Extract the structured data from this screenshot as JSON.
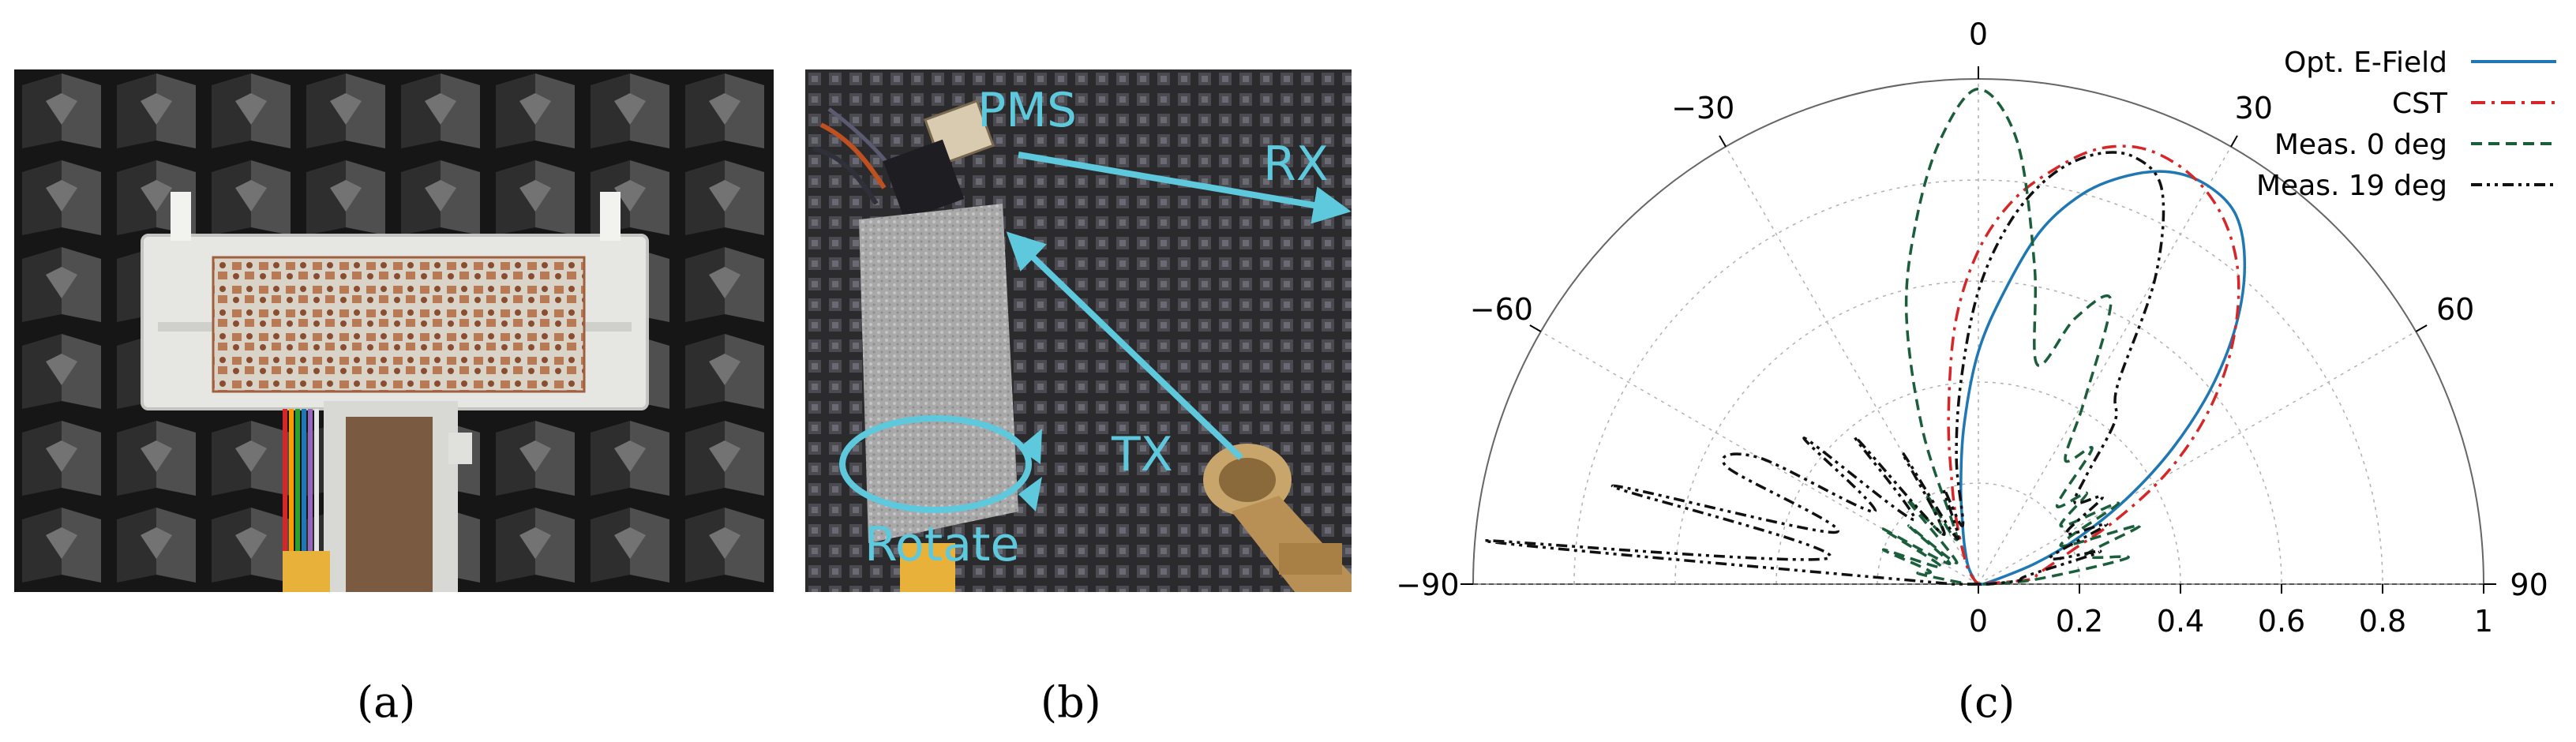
{
  "captions": {
    "a": "(a)",
    "b": "(b)",
    "c": "(c)"
  },
  "photo_b_labels": {
    "pms": "PMS",
    "rx": "RX",
    "tx": "TX",
    "rotate": "Rotate"
  },
  "colors": {
    "annotation": "#5ec8dc",
    "chamber_dark": "#2a2a2a",
    "foam_gray": "#8a8a8a",
    "board_white": "#e8e8e4",
    "copper": "#b87a55",
    "horn_gold": "#c8a56a",
    "opt_efield": "#1f77b4",
    "cst": "#d62728",
    "meas_0": "#1b5e3b",
    "meas_19": "#111111"
  },
  "chart_data": {
    "type": "polar",
    "angular_ticks": [
      {
        "angle": -90,
        "label": "−90"
      },
      {
        "angle": -60,
        "label": "−60"
      },
      {
        "angle": -30,
        "label": "−30"
      },
      {
        "angle": 0,
        "label": "0"
      },
      {
        "angle": 30,
        "label": "30"
      },
      {
        "angle": 60,
        "label": "60"
      },
      {
        "angle": 90,
        "label": "90"
      }
    ],
    "radial_ticks": [
      {
        "value": 0,
        "label": "0"
      },
      {
        "value": 0.2,
        "label": "0.2"
      },
      {
        "value": 0.4,
        "label": "0.4"
      },
      {
        "value": 0.6,
        "label": "0.6"
      },
      {
        "value": 0.8,
        "label": "0.8"
      },
      {
        "value": 1,
        "label": "1"
      }
    ],
    "rlim": [
      0,
      1
    ],
    "theta_range": [
      -90,
      90
    ],
    "grid": true,
    "legend_position": "top-right",
    "series": [
      {
        "name": "Opt. E-Field",
        "color": "#1f77b4",
        "dash": "solid",
        "theta": [
          -90,
          -60,
          -45,
          -30,
          -20,
          -15,
          -10,
          -5,
          0,
          5,
          10,
          15,
          20,
          25,
          30,
          35,
          40,
          45,
          50,
          55,
          60,
          65,
          70,
          80,
          90
        ],
        "r": [
          0,
          0,
          0.01,
          0.04,
          0.08,
          0.12,
          0.2,
          0.32,
          0.46,
          0.58,
          0.71,
          0.8,
          0.86,
          0.9,
          0.91,
          0.89,
          0.82,
          0.72,
          0.6,
          0.47,
          0.34,
          0.22,
          0.12,
          0.02,
          0
        ]
      },
      {
        "name": "CST",
        "color": "#d62728",
        "dash": "dashdot",
        "theta": [
          -90,
          -60,
          -40,
          -30,
          -20,
          -15,
          -10,
          -5,
          0,
          5,
          10,
          15,
          20,
          25,
          30,
          35,
          40,
          45,
          50,
          55,
          60,
          65,
          70,
          75,
          80,
          85,
          90
        ],
        "r": [
          0,
          0,
          0.02,
          0.05,
          0.12,
          0.2,
          0.34,
          0.52,
          0.66,
          0.76,
          0.83,
          0.89,
          0.92,
          0.92,
          0.9,
          0.86,
          0.8,
          0.72,
          0.63,
          0.53,
          0.42,
          0.3,
          0.2,
          0.15,
          0.12,
          0.1,
          0
        ]
      },
      {
        "name": "Meas. 0 deg",
        "color": "#1b5e3b",
        "dash": "dashed",
        "theta": [
          -90,
          -80,
          -75,
          -70,
          -65,
          -60,
          -55,
          -50,
          -45,
          -40,
          -35,
          -30,
          -25,
          -20,
          -15,
          -10,
          -5,
          0,
          5,
          10,
          15,
          20,
          25,
          30,
          35,
          40,
          45,
          50,
          55,
          60,
          65,
          70,
          75,
          80,
          85,
          90
        ],
        "r": [
          0.02,
          0.12,
          0.1,
          0.2,
          0.08,
          0.22,
          0.07,
          0.18,
          0.06,
          0.22,
          0.12,
          0.2,
          0.1,
          0.32,
          0.55,
          0.72,
          0.88,
          0.98,
          0.88,
          0.64,
          0.45,
          0.56,
          0.62,
          0.42,
          0.3,
          0.35,
          0.22,
          0.28,
          0.2,
          0.32,
          0.18,
          0.34,
          0.22,
          0.3,
          0.12,
          0.02
        ]
      },
      {
        "name": "Meas. 19 deg",
        "color": "#111111",
        "dash": "dashdotdot",
        "theta": [
          -90,
          -85,
          -80,
          -75,
          -70,
          -65,
          -60,
          -55,
          -50,
          -45,
          -40,
          -35,
          -30,
          -25,
          -20,
          -15,
          -10,
          -5,
          0,
          5,
          10,
          15,
          20,
          25,
          30,
          35,
          40,
          45,
          50,
          55,
          60,
          65,
          70,
          75,
          80,
          85,
          90
        ],
        "r": [
          0.05,
          0.98,
          0.3,
          0.75,
          0.3,
          0.55,
          0.5,
          0.25,
          0.45,
          0.18,
          0.38,
          0.12,
          0.3,
          0.1,
          0.2,
          0.12,
          0.25,
          0.4,
          0.58,
          0.72,
          0.82,
          0.88,
          0.9,
          0.86,
          0.7,
          0.48,
          0.42,
          0.3,
          0.25,
          0.3,
          0.2,
          0.28,
          0.15,
          0.25,
          0.1,
          0.08,
          0.02
        ]
      }
    ]
  }
}
